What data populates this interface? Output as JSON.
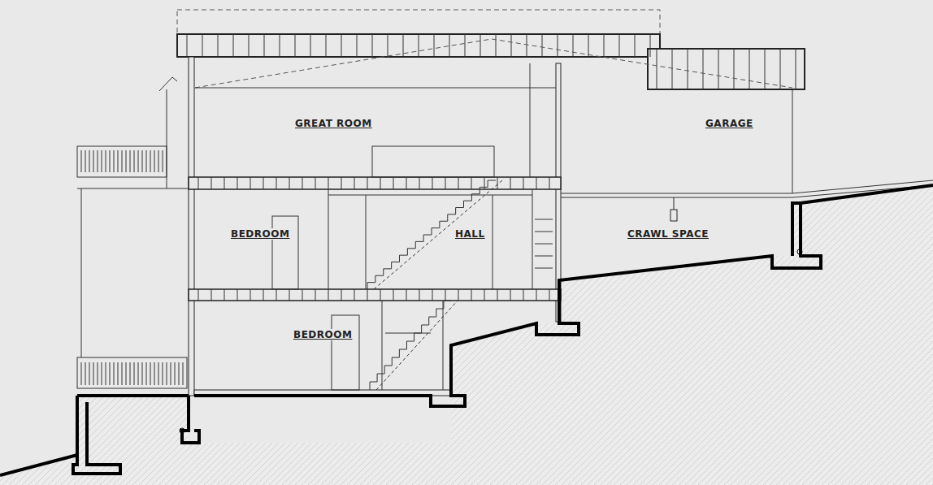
{
  "diagram": {
    "labels": [
      "GREAT ROOM",
      "GARAGE",
      "BEDROOM",
      "HALL",
      "CRAWL SPACE",
      "BEDROOM"
    ]
  }
}
